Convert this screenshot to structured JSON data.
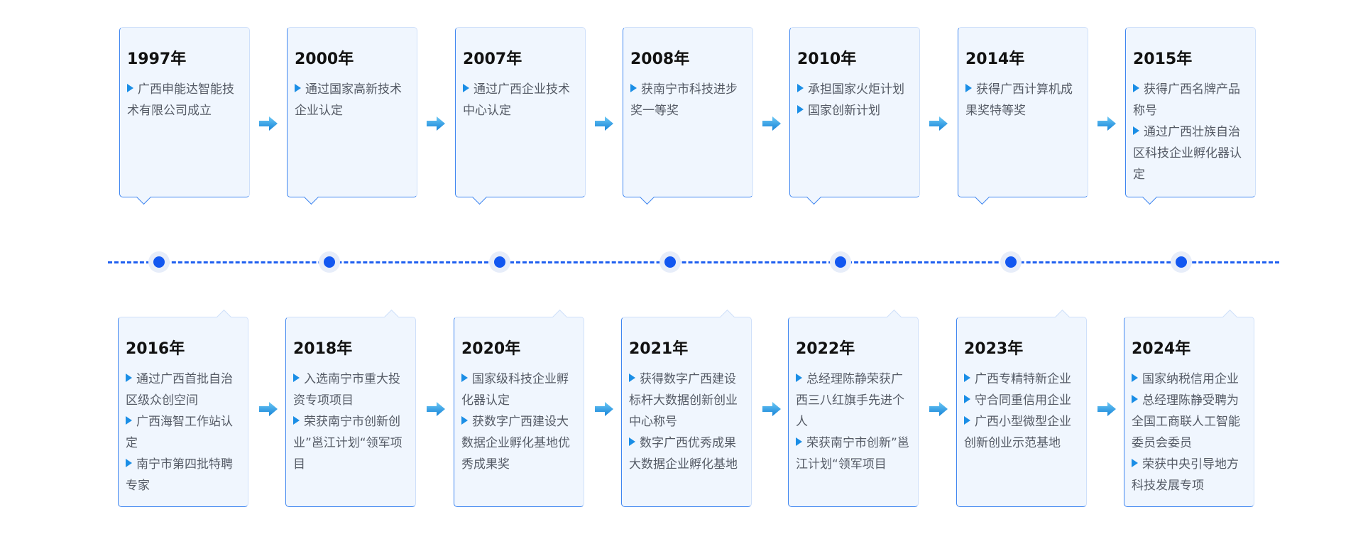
{
  "top_milestones": [
    {
      "year": "1997年",
      "items": [
        "广西申能达智能技术有限公司成立"
      ]
    },
    {
      "year": "2000年",
      "items": [
        "通过国家高新技术企业认定"
      ]
    },
    {
      "year": "2007年",
      "items": [
        "通过广西企业技术中心认定"
      ]
    },
    {
      "year": "2008年",
      "items": [
        "获南宁市科技进步奖一等奖"
      ]
    },
    {
      "year": "2010年",
      "items": [
        "承担国家火炬计划",
        "国家创新计划"
      ]
    },
    {
      "year": "2014年",
      "items": [
        "获得广西计算机成果奖特等奖"
      ]
    },
    {
      "year": "2015年",
      "items": [
        "获得广西名牌产品称号",
        "通过广西壮族自治区科技企业孵化器认定"
      ]
    }
  ],
  "bottom_milestones": [
    {
      "year": "2016年",
      "items": [
        "通过广西首批自治区级众创空间",
        "广西海智工作站认定",
        "南宁市第四批特聘专家"
      ]
    },
    {
      "year": "2018年",
      "items": [
        "入选南宁市重大投资专项项目",
        "荣获南宁市创新创业”邕江计划“领军项目"
      ]
    },
    {
      "year": "2020年",
      "items": [
        "国家级科技企业孵化器认定",
        "获数字广西建设大数据企业孵化基地优秀成果奖"
      ]
    },
    {
      "year": "2021年",
      "items": [
        "获得数字广西建设标杆大数据创新创业中心称号",
        "数字广西优秀成果大数据企业孵化基地"
      ]
    },
    {
      "year": "2022年",
      "items": [
        "总经理陈静荣获广西三八红旗手先进个人",
        "荣获南宁市创新”邕江计划“领军项目"
      ]
    },
    {
      "year": "2023年",
      "items": [
        "广西专精特新企业",
        "守合同重信用企业",
        "广西小型微型企业创新创业示范基地"
      ]
    },
    {
      "year": "2024年",
      "items": [
        "国家纳税信用企业",
        "总经理陈静受聘为全国工商联人工智能委员会委员",
        "荣获中央引导地方科技发展专项"
      ]
    }
  ],
  "colors": {
    "accent": "#1257f0",
    "card_bg": "#f0f6fe",
    "arrow": "#1a8ee6"
  }
}
